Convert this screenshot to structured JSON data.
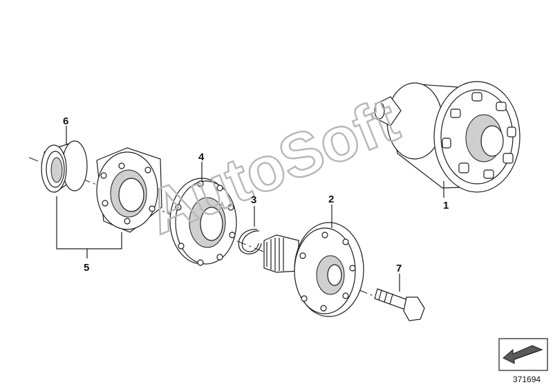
{
  "callouts": [
    {
      "id": "p1",
      "label": "1"
    },
    {
      "id": "p2",
      "label": "2"
    },
    {
      "id": "p3",
      "label": "3"
    },
    {
      "id": "p4",
      "label": "4"
    },
    {
      "id": "p5",
      "label": "5"
    },
    {
      "id": "p6",
      "label": "6"
    },
    {
      "id": "p7",
      "label": "7"
    }
  ],
  "watermark": "AutoSoft",
  "diagram_number": "371694",
  "icons": {
    "nav": "arrow-down-left-icon"
  }
}
